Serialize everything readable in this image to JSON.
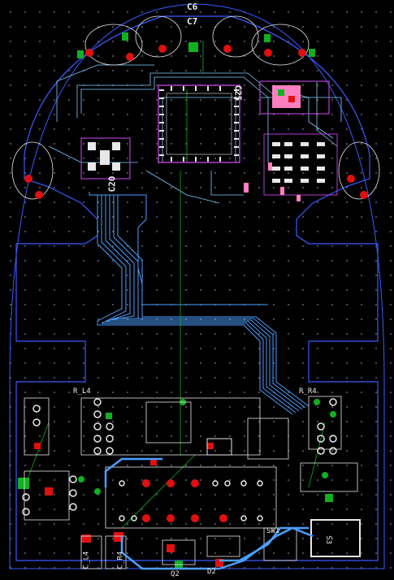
{
  "labels": {
    "c6": "C6",
    "c7": "C7",
    "c20": "C20",
    "c25": "C25",
    "r_l4": "R_L4",
    "r_r4": "R_R4",
    "s3": "S3",
    "sw1": "SW1",
    "q2": "Q2",
    "d2": "D2",
    "c_l4": "C_L4",
    "c_r4": "C_R4"
  },
  "colors": {
    "outline": "#3a5bff",
    "trace_blue": "#4aa0ff",
    "trace_cyan": "#7fd0ff",
    "silk": "#e8e8e8",
    "pad_red": "#e01010",
    "pad_green": "#10b020",
    "ic_purple": "#b040d0",
    "pink": "#ff80c0"
  }
}
